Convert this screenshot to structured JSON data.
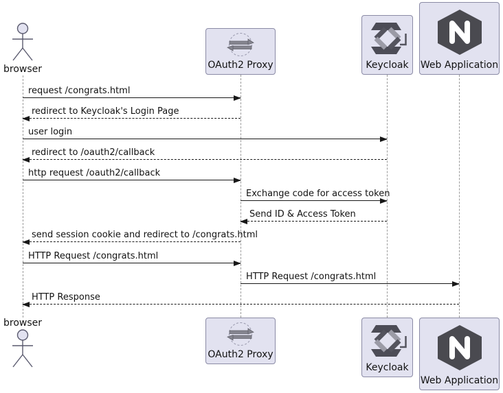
{
  "diagram": {
    "type": "uml-sequence",
    "participants": [
      {
        "id": "browser",
        "label": "browser",
        "kind": "actor",
        "icon": "person-icon"
      },
      {
        "id": "oauth2_proxy",
        "label": "OAuth2 Proxy",
        "kind": "participant",
        "icon": "proxy-exchange-icon"
      },
      {
        "id": "keycloak",
        "label": "Keycloak",
        "kind": "participant",
        "icon": "keycloak-icon"
      },
      {
        "id": "web_application",
        "label": "Web Application",
        "kind": "participant",
        "icon": "nginx-icon"
      }
    ],
    "messages": [
      {
        "n": 1,
        "from": "browser",
        "to": "oauth2_proxy",
        "label": "request /congrats.html",
        "line": "solid"
      },
      {
        "n": 2,
        "from": "oauth2_proxy",
        "to": "browser",
        "label": "redirect to Keycloak's Login Page",
        "line": "dashed"
      },
      {
        "n": 3,
        "from": "browser",
        "to": "keycloak",
        "label": "user login",
        "line": "solid"
      },
      {
        "n": 4,
        "from": "keycloak",
        "to": "browser",
        "label": "redirect to /oauth2/callback",
        "line": "dashed"
      },
      {
        "n": 5,
        "from": "browser",
        "to": "oauth2_proxy",
        "label": "http request /oauth2/callback",
        "line": "solid"
      },
      {
        "n": 6,
        "from": "oauth2_proxy",
        "to": "keycloak",
        "label": "Exchange code for access token",
        "line": "solid"
      },
      {
        "n": 7,
        "from": "keycloak",
        "to": "oauth2_proxy",
        "label": "Send ID & Access Token",
        "line": "dashed"
      },
      {
        "n": 8,
        "from": "oauth2_proxy",
        "to": "browser",
        "label": "send session cookie and redirect to /congrats.html",
        "line": "dashed"
      },
      {
        "n": 9,
        "from": "browser",
        "to": "oauth2_proxy",
        "label": "HTTP Request /congrats.html",
        "line": "solid"
      },
      {
        "n": 10,
        "from": "oauth2_proxy",
        "to": "web_application",
        "label": "HTTP Request /congrats.html",
        "line": "solid"
      },
      {
        "n": 11,
        "from": "web_application",
        "to": "browser",
        "label": "HTTP Response",
        "line": "dashed"
      }
    ],
    "colors": {
      "background": "#FFFFFF",
      "participant_fill": "#E2E2F0",
      "participant_border": "#8A8AA5",
      "message_line": "#181818",
      "lifeline": "#9A9A9A",
      "icon_dark": "#4C4C56",
      "icon_light": "#9B9BA6"
    }
  }
}
